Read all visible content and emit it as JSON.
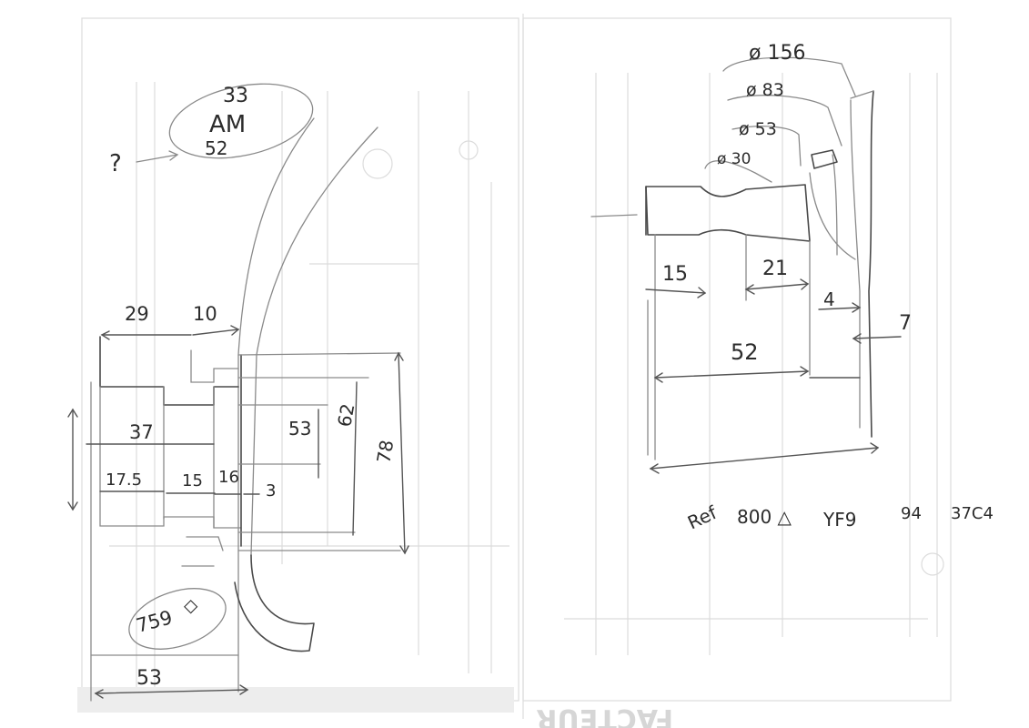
{
  "sketch": {
    "left_part": {
      "part_code": {
        "top": "33",
        "middle": "AM",
        "bottom": "52"
      },
      "question_mark": "?",
      "bottom_code": "759",
      "bottom_symbol": "◇",
      "dimensions": [
        "29",
        "10",
        "37",
        "17.5",
        "15",
        "16",
        "3",
        "53",
        "62",
        "78",
        "53"
      ]
    },
    "right_part": {
      "diameters": [
        "ø 156",
        "ø 83",
        "ø 53",
        "ø 30"
      ],
      "dimensions": [
        "15",
        "21",
        "4",
        "7",
        "52"
      ],
      "reference": [
        "Ref",
        "800 △",
        "YF9",
        "94",
        "37C4"
      ]
    }
  }
}
